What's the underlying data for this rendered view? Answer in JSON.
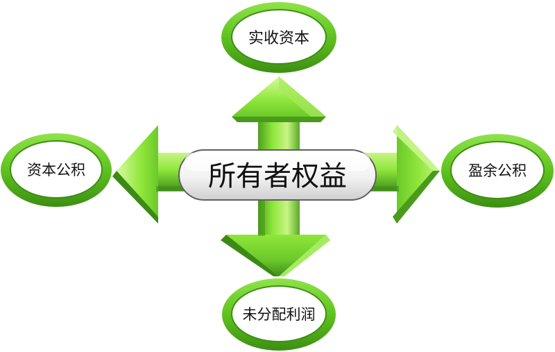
{
  "diagram": {
    "center": {
      "label": "所有者权益"
    },
    "nodes": {
      "top": {
        "label": "实收资本"
      },
      "left": {
        "label": "资本公积"
      },
      "right": {
        "label": "盈余公积"
      },
      "bottom": {
        "label": "未分配利润"
      }
    }
  },
  "colors": {
    "arrow_light": "#b6f06a",
    "arrow_mid": "#7fdc2e",
    "arrow_dark": "#3f8f1a",
    "ellipse_ring": "#5fc21f",
    "ellipse_ring_dark": "#3c8f12",
    "ellipse_fill": "#ffffff",
    "pill_fill_top": "#ffffff",
    "pill_fill_bottom": "#d9d9d9",
    "pill_stroke": "#5f5f5f"
  }
}
